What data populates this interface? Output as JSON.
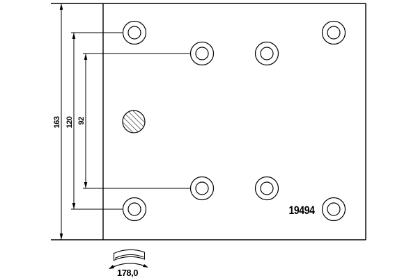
{
  "page": {
    "background_color": "#ffffff",
    "line_color": "#000000",
    "text_color": "#000000"
  },
  "drawing": {
    "part_number": "19494",
    "dimensions": {
      "total_height": "163",
      "outer_rivet_spacing": "120",
      "inner_rivet_spacing": "92",
      "arc_width": "178,0"
    },
    "icons": {
      "arc_width_symbol": "curved-surface-double-arrow-icon",
      "hatched_hole": "cross-hatched-hole-icon"
    }
  }
}
